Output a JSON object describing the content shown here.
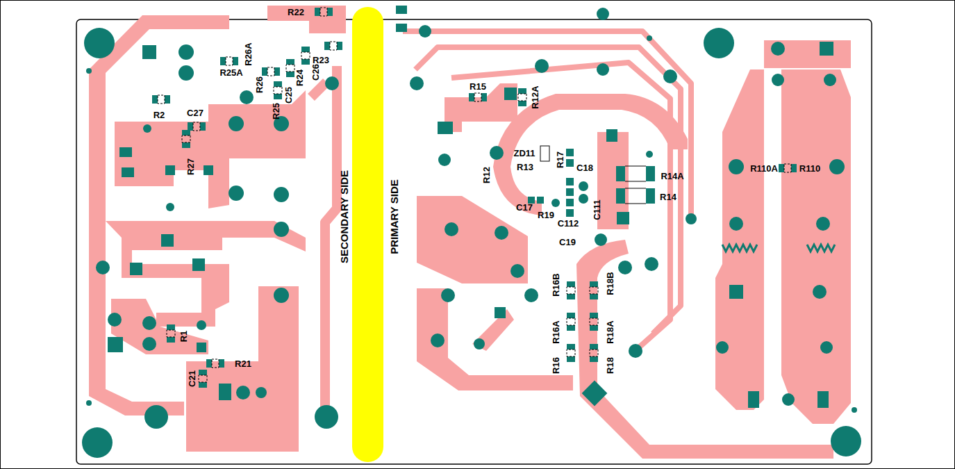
{
  "diagram": {
    "labels": [
      "R22",
      "R26A",
      "R23",
      "R25A",
      "R26",
      "R24",
      "C26",
      "C25",
      "R25",
      "R2",
      "C27",
      "R27",
      "R1",
      "C21",
      "R21",
      "SECONDARY SIDE",
      "PRIMARY SIDE",
      "R15",
      "R12A",
      "ZD11",
      "R17",
      "R13",
      "C18",
      "R12",
      "R14A",
      "R14",
      "C17",
      "R19",
      "C111",
      "C112",
      "C19",
      "R16B",
      "R18B",
      "R16A",
      "R18A",
      "R16",
      "R18",
      "R110A",
      "R110"
    ]
  }
}
